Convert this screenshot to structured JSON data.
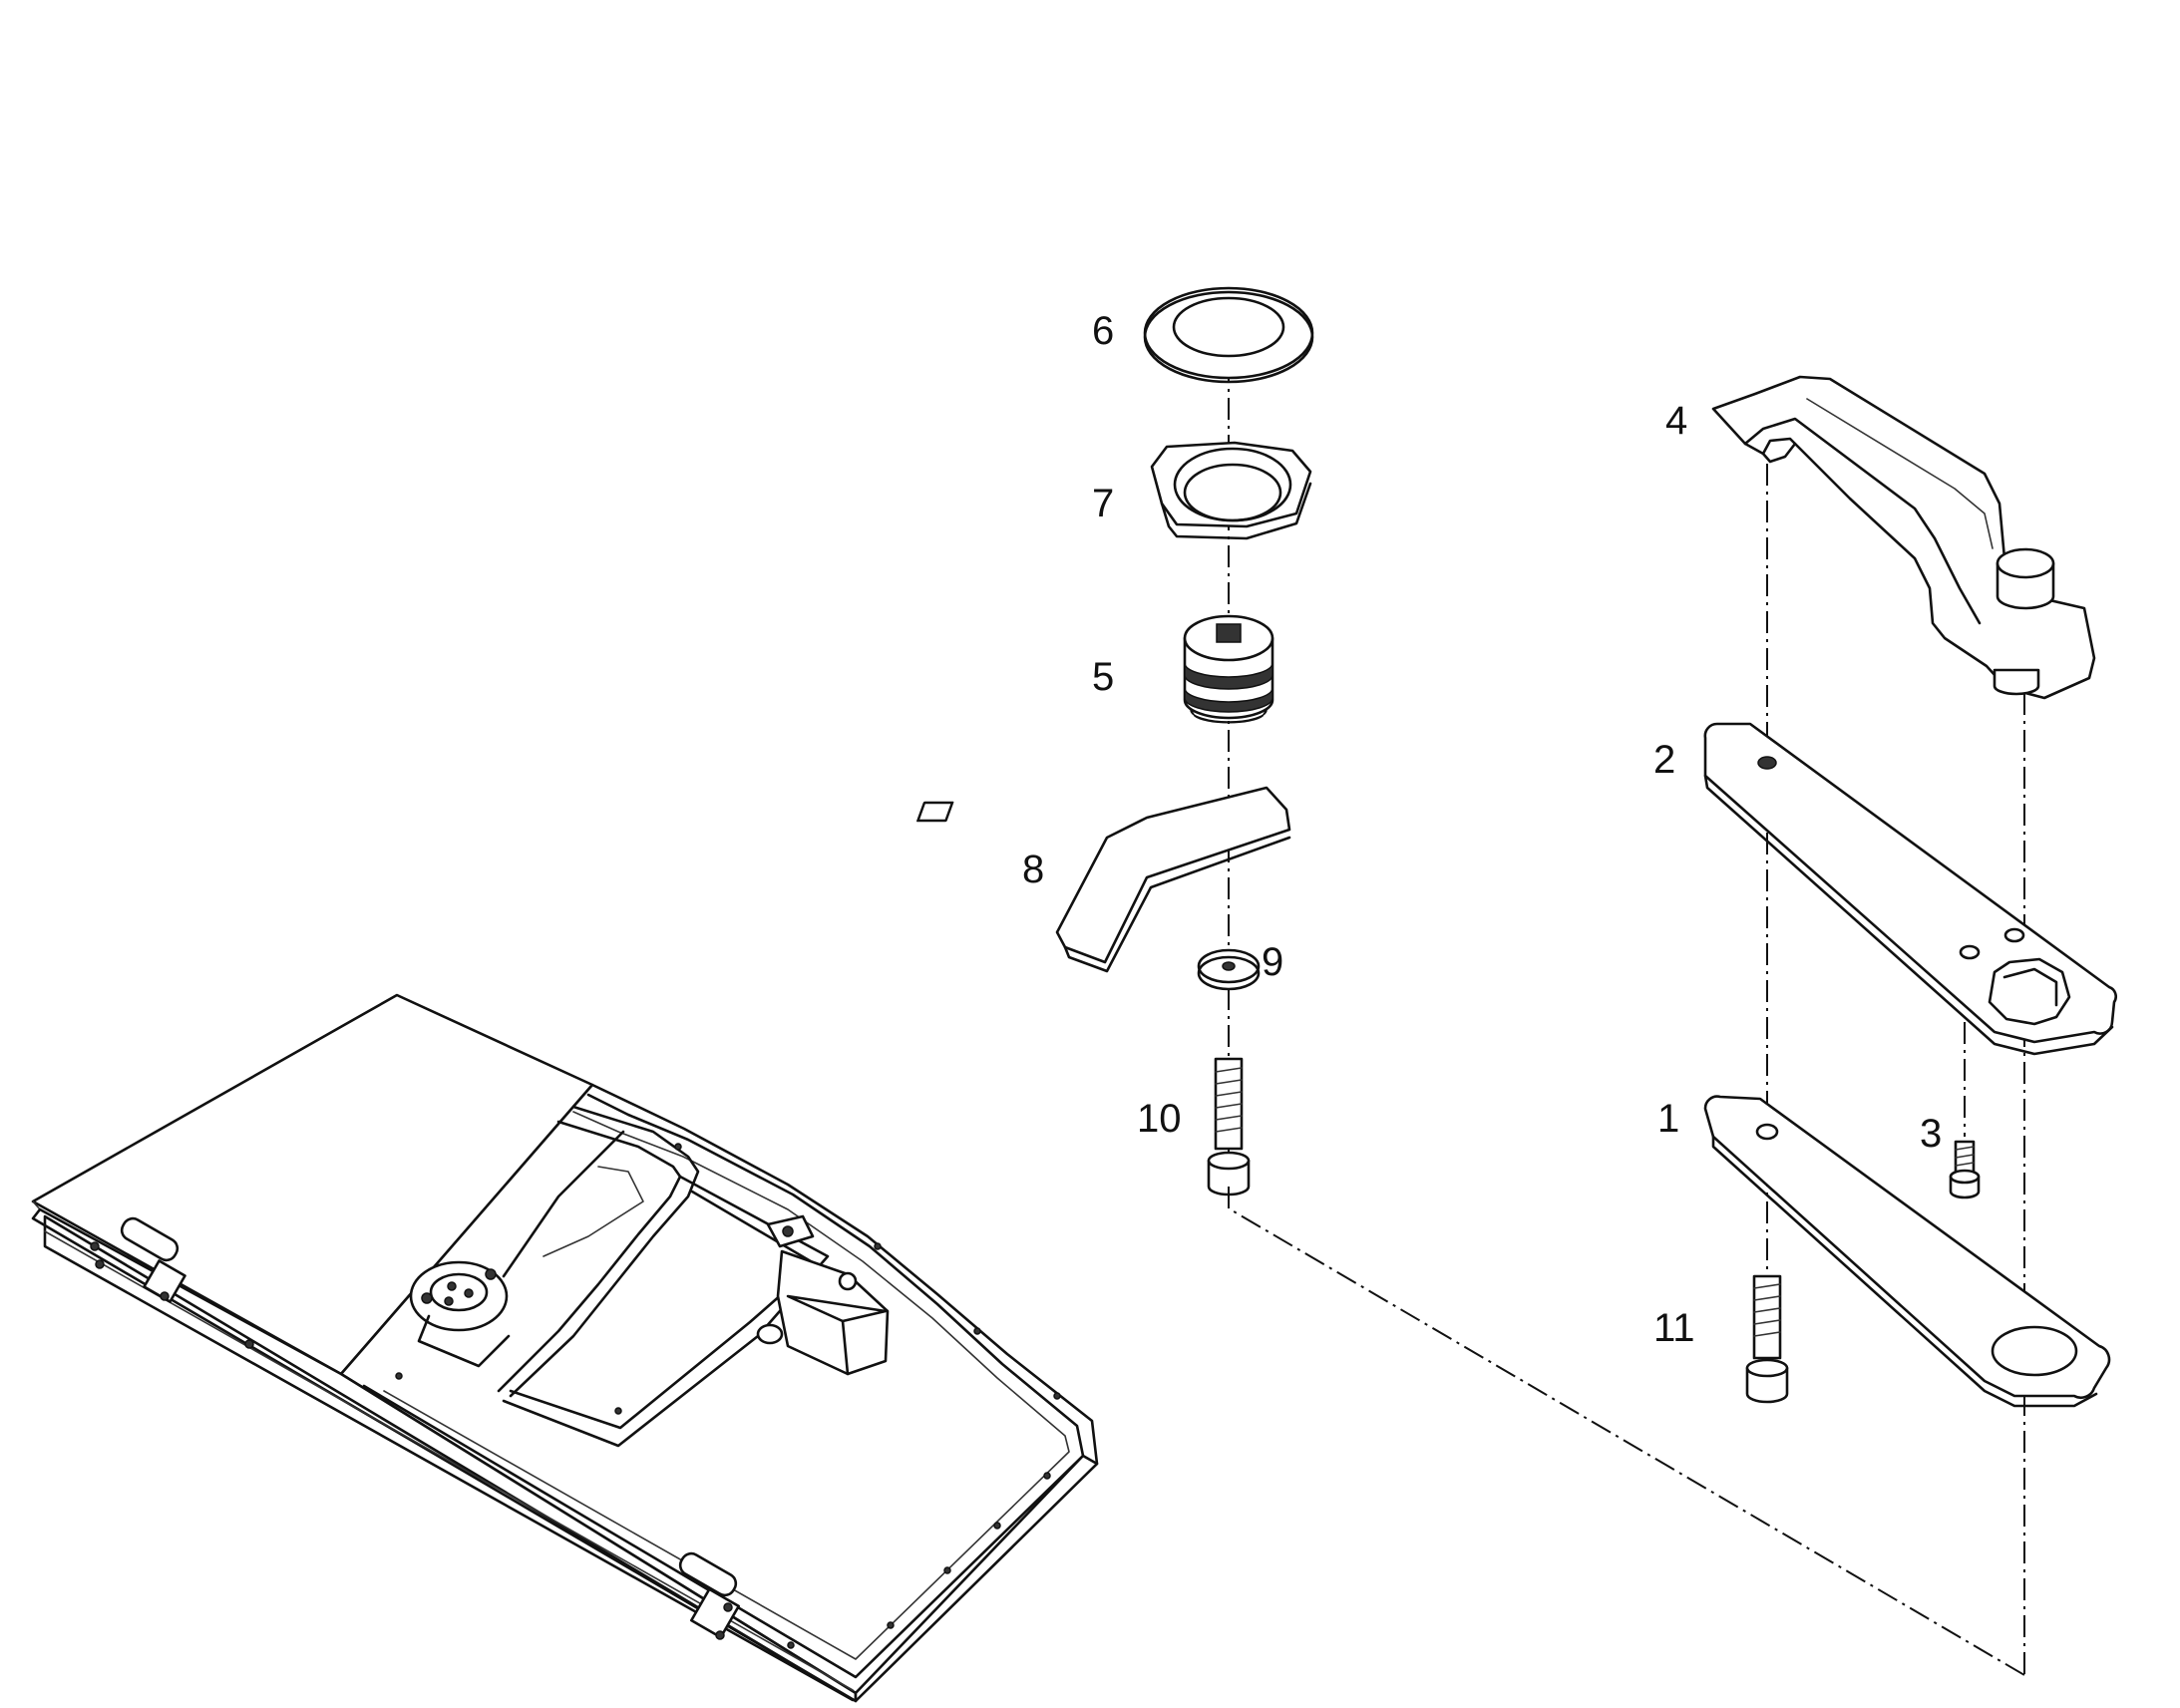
{
  "callouts": [
    "6",
    "7",
    "5",
    "8",
    "9",
    "10",
    "4",
    "2",
    "1",
    "3",
    "11"
  ],
  "colors": {
    "line": "#111111",
    "background": "#ffffff"
  }
}
